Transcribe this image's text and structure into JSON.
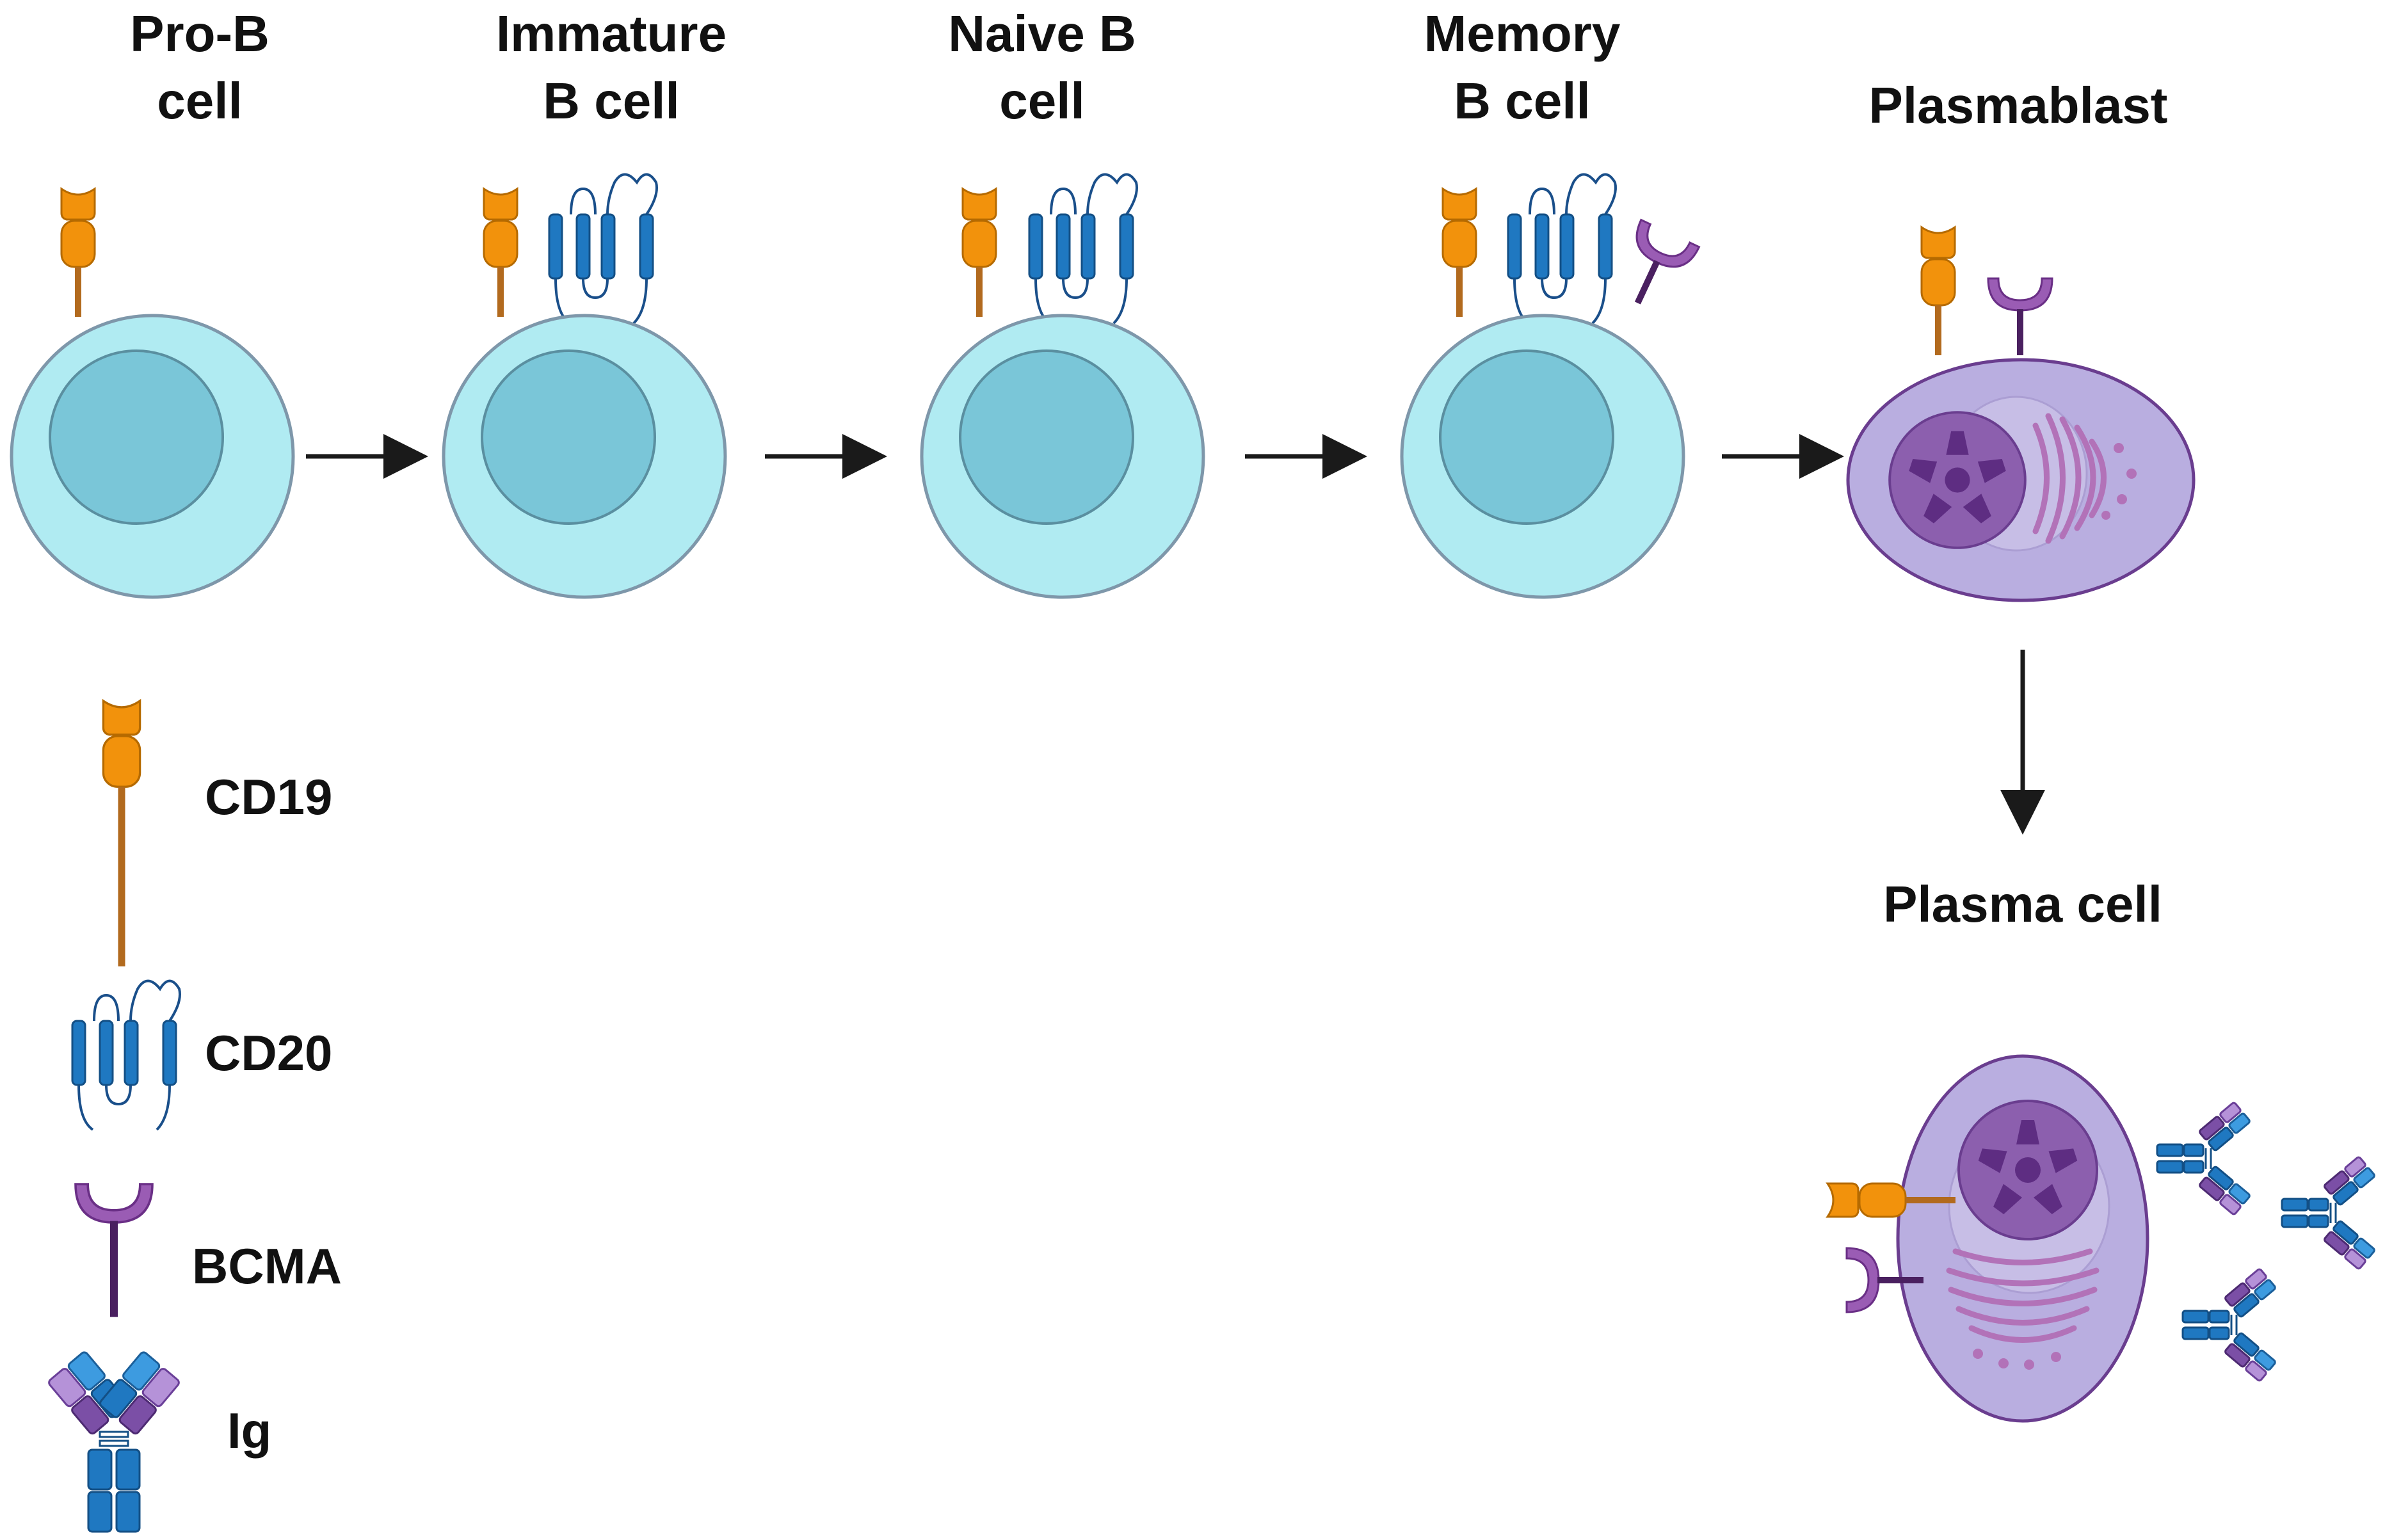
{
  "stages": [
    {
      "id": "pro-b",
      "label_lines": [
        "Pro-B",
        "cell"
      ],
      "markers": [
        "CD19"
      ]
    },
    {
      "id": "immature-b",
      "label_lines": [
        "Immature",
        "B cell"
      ],
      "markers": [
        "CD19",
        "CD20"
      ]
    },
    {
      "id": "naive-b",
      "label_lines": [
        "Naive B",
        "cell"
      ],
      "markers": [
        "CD19",
        "CD20"
      ]
    },
    {
      "id": "memory-b",
      "label_lines": [
        "Memory",
        "B cell"
      ],
      "markers": [
        "CD19",
        "CD20",
        "BCMA"
      ]
    },
    {
      "id": "plasmablast",
      "label_lines": [
        "Plasmablast"
      ],
      "markers": [
        "CD19",
        "BCMA"
      ]
    },
    {
      "id": "plasma-cell",
      "label_lines": [
        "Plasma cell"
      ],
      "markers": [
        "CD19",
        "BCMA",
        "Ig"
      ]
    }
  ],
  "legend": [
    {
      "marker": "CD19",
      "label": "CD19"
    },
    {
      "marker": "CD20",
      "label": "CD20"
    },
    {
      "marker": "BCMA",
      "label": "BCMA"
    },
    {
      "marker": "Ig",
      "label": "Ig"
    }
  ],
  "colors": {
    "cd19": "#f2920c",
    "cd19_stem": "#b26a1e",
    "cd20": "#1f78c1",
    "bcma": "#9a5cb4",
    "bcma_stem": "#4a2060",
    "b_cell_body": "#b0ebf2",
    "b_cell_nucleus": "#7ac6d8",
    "plasma_body": "#b9aee0",
    "plasma_nucleus": "#8c5fae",
    "arrow": "#1a1a1a"
  }
}
